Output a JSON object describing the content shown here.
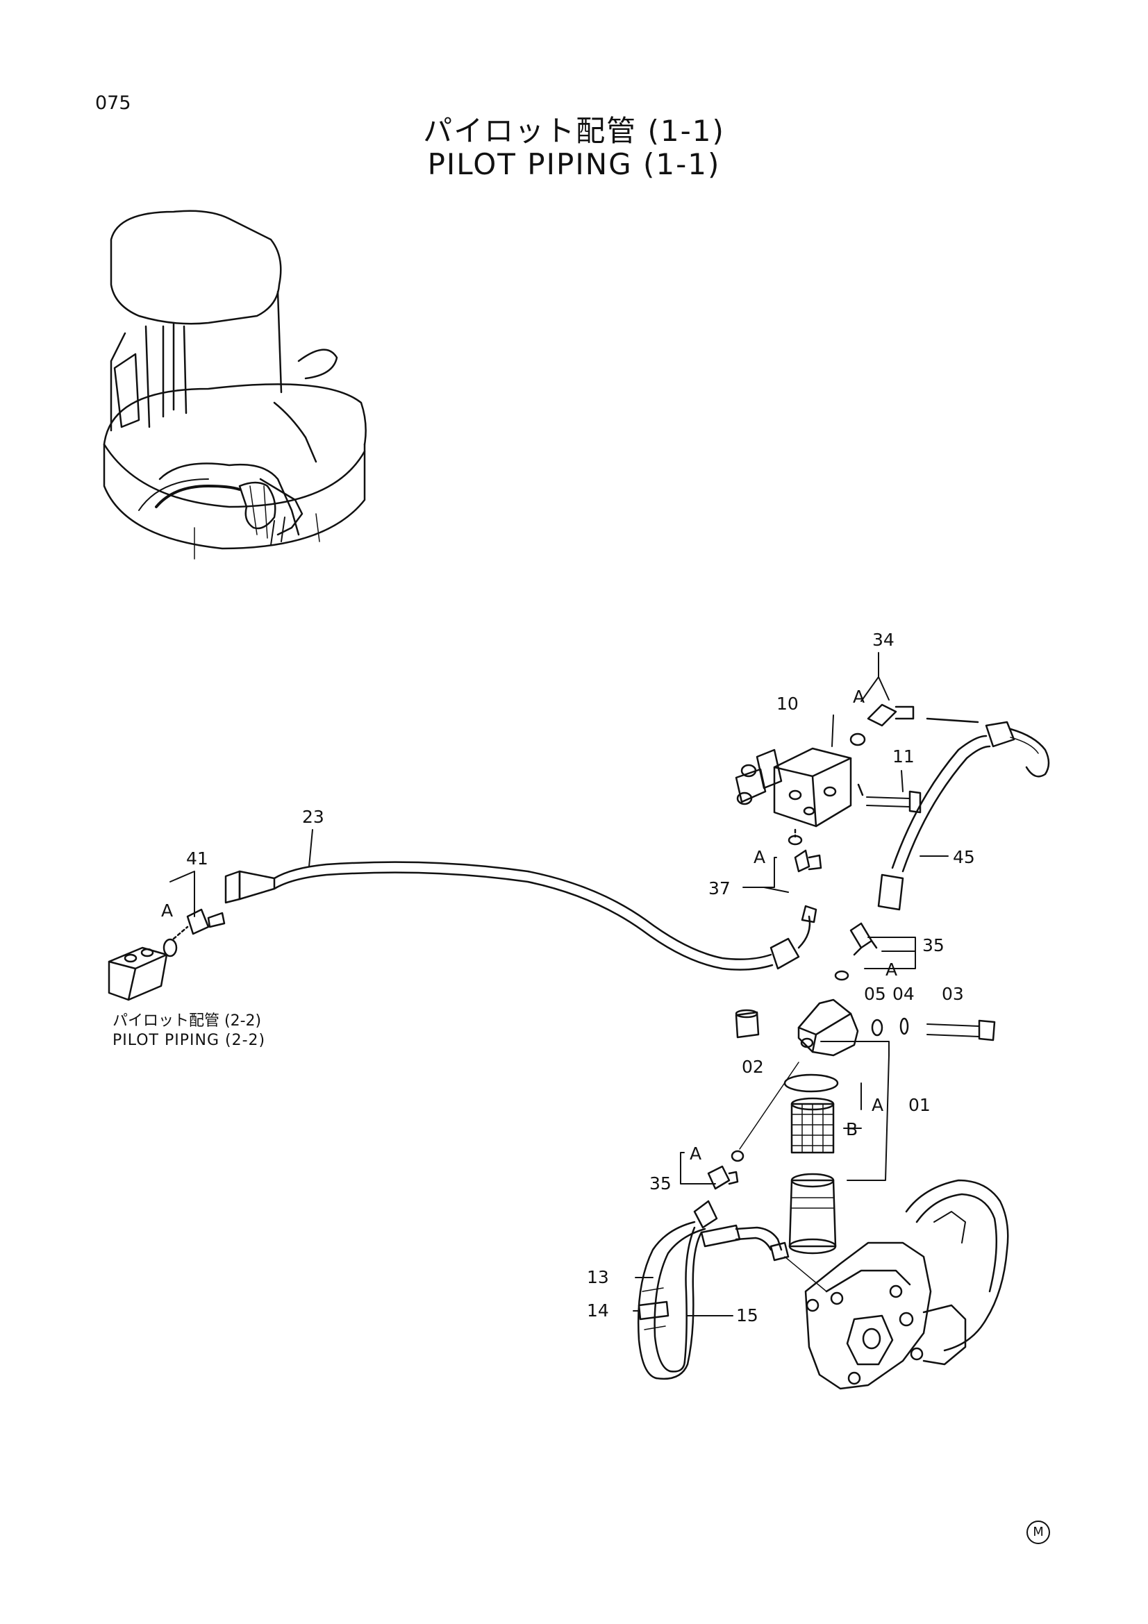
{
  "page_number": "075",
  "title": {
    "japanese": "パイロット配管 (1-1)",
    "english": "PILOT PIPING (1-1)"
  },
  "reference": {
    "japanese": "パイロット配管 (2-2)",
    "english": "PILOT PIPING (2-2)"
  },
  "mark": "M",
  "callouts": [
    {
      "id": "c34",
      "label": "34"
    },
    {
      "id": "c10",
      "label": "10"
    },
    {
      "id": "c11",
      "label": "11"
    },
    {
      "id": "c23",
      "label": "23"
    },
    {
      "id": "c41",
      "label": "41"
    },
    {
      "id": "c45",
      "label": "45"
    },
    {
      "id": "c37",
      "label": "37"
    },
    {
      "id": "c35a",
      "label": "35"
    },
    {
      "id": "c05",
      "label": "05"
    },
    {
      "id": "c04",
      "label": "04"
    },
    {
      "id": "c03",
      "label": "03"
    },
    {
      "id": "c02",
      "label": "02"
    },
    {
      "id": "c01",
      "label": "01"
    },
    {
      "id": "c35b",
      "label": "35"
    },
    {
      "id": "c13",
      "label": "13"
    },
    {
      "id": "c14",
      "label": "14"
    },
    {
      "id": "c15",
      "label": "15"
    }
  ],
  "letter_marks": [
    {
      "id": "a34",
      "label": "A"
    },
    {
      "id": "a37",
      "label": "A"
    },
    {
      "id": "a41",
      "label": "A"
    },
    {
      "id": "a35a",
      "label": "A"
    },
    {
      "id": "a01",
      "label": "A"
    },
    {
      "id": "b01",
      "label": "B"
    },
    {
      "id": "a35b",
      "label": "A"
    }
  ]
}
